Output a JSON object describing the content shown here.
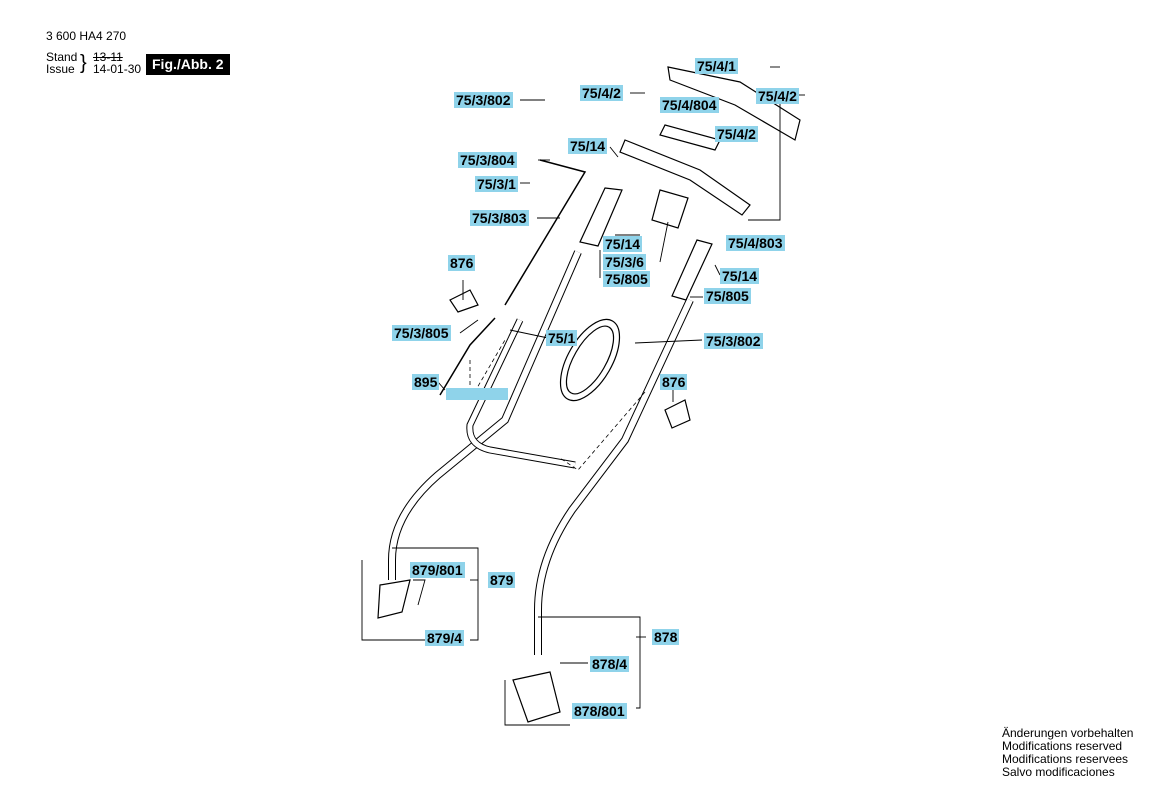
{
  "header": {
    "doc_number": "3 600 HA4 270",
    "stand_label": "Stand",
    "issue_label": "Issue",
    "stand_old_date": "13-11",
    "issue_date": "14-01-30",
    "figure": "Fig./Abb. 2"
  },
  "labels": {
    "l_75_3_802_top": "75/3/802",
    "l_75_4_2_a": "75/4/2",
    "l_75_4_1": "75/4/1",
    "l_75_4_2_b": "75/4/2",
    "l_75_4_804": "75/4/804",
    "l_75_4_2_c": "75/4/2",
    "l_75_14_a": "75/14",
    "l_75_3_804": "75/3/804",
    "l_75_3_1": "75/3/1",
    "l_75_3_803": "75/3/803",
    "l_75_14_b": "75/14",
    "l_75_4_803": "75/4/803",
    "l_75_3_6": "75/3/6",
    "l_75_805_a": "75/805",
    "l_75_14_c": "75/14",
    "l_75_805_b": "75/805",
    "l_876_a": "876",
    "l_75_3_805": "75/3/805",
    "l_75_1": "75/1",
    "l_75_3_802_mid": "75/3/802",
    "l_895": "895",
    "l_876_b": "876",
    "l_879_801": "879/801",
    "l_879": "879",
    "l_879_4": "879/4",
    "l_878": "878",
    "l_878_4": "878/4",
    "l_878_801": "878/801"
  },
  "notes": {
    "de": "Änderungen vorbehalten",
    "en": "Modifications reserved",
    "fr": "Modifications reservees",
    "es": "Salvo modificaciones"
  },
  "colors": {
    "label_bg": "#8fd3ea",
    "line": "#000000"
  }
}
